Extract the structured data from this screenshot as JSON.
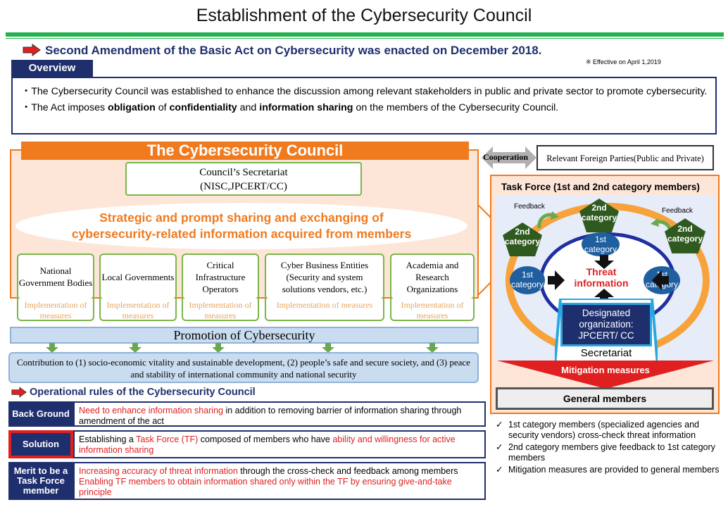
{
  "title": "Establishment of the Cybersecurity Council",
  "headline": "Second Amendment of the Basic Act on Cybersecurity was enacted on December 2018.",
  "effective": "※ Effective on April 1,2019",
  "overview": {
    "tab": "Overview",
    "bullet_char": "・",
    "line1": "The Cybersecurity Council was established to enhance the discussion among relevant stakeholders in public and private sector to promote cybersecurity.",
    "line2_parts": [
      "The Act imposes ",
      "obligation",
      " of ",
      "confidentiality",
      " and ",
      "information sharing",
      " on the members of the Cybersecurity Council."
    ]
  },
  "council": {
    "title": "The Cybersecurity Council",
    "secretariat_line1": "Council’s Secretariat",
    "secretariat_line2": "(NISC,JPCERT/CC)",
    "sharing_line1": "Strategic and prompt sharing and exchanging of",
    "sharing_line2": "cybersecurity-related information acquired from members",
    "members": [
      {
        "label": "National Government Bodies",
        "impl": "Implementation of measures"
      },
      {
        "label": "Local Governments",
        "impl": "Implementation of measures"
      },
      {
        "label": "Critical Infrastructure Operators",
        "impl": "Implementation of measures"
      },
      {
        "label": "Cyber Business Entities (Security and system solutions vendors, etc.)",
        "impl": "Implementation of measures"
      },
      {
        "label": "Academia and Research Organizations",
        "impl": "Implementation of measures"
      }
    ],
    "promotion": "Promotion of Cybersecurity",
    "contribution": "Contribution to (1) socio-economic vitality and sustainable development, (2) people’s safe and secure society, and (3) peace and stability of international community and national security"
  },
  "rules": {
    "heading": "Operational rules of the Cybersecurity Council",
    "background_label": "Back Ground",
    "background_red": "Need to enhance information sharing",
    "background_rest": " in addition to removing barrier of information sharing through amendment of the act",
    "solution_label": "Solution",
    "solution_pre": "Establishing a ",
    "solution_red1": "Task Force (TF)",
    "solution_mid": " composed of members who have ",
    "solution_red2": "ability and willingness for active information sharing",
    "merit_label": "Merit to be a Task Force member",
    "merit_red1": "Increasing accuracy of threat information",
    "merit_rest1": " through the cross-check and feedback among members",
    "merit_red2": "Enabling TF members to obtain information shared only within the TF by ensuring give-and-take principle"
  },
  "cooperation": "Cooperation",
  "foreign": "Relevant Foreign Parties(Public and Private)",
  "taskforce": {
    "title": "Task Force (1st and 2nd category members)",
    "feedback": "Feedback",
    "first": "1st category",
    "second": "2nd category",
    "threat": "Threat information",
    "designated": "Designated organization: JPCERT/ CC",
    "secretariat": "Secretariat",
    "mitigation": "Mitigation measures",
    "general": "General members"
  },
  "checks": [
    "1st category members (specialized agencies and security vendors) cross-check threat information",
    "2nd category members give feedback to 1st category members",
    "Mitigation measures are provided to general members"
  ],
  "colors": {
    "navy": "#1f2f6e",
    "orange": "#f07a1e",
    "green": "#22b14c",
    "red": "#e02020",
    "leaf": "#2f5a1f"
  }
}
